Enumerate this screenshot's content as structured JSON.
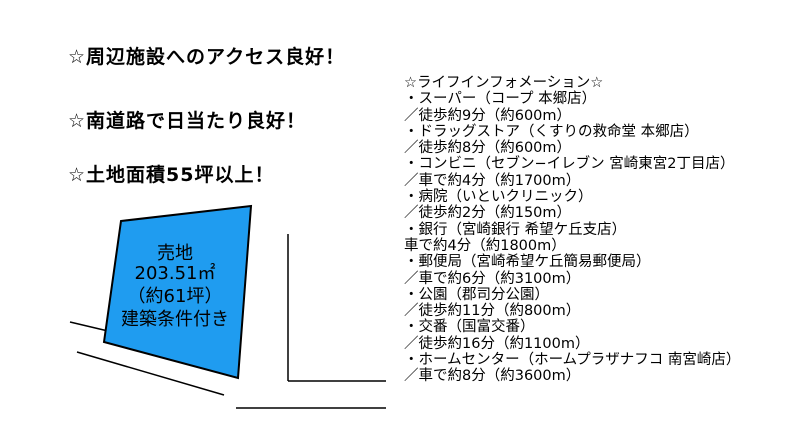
{
  "headlines": [
    "☆周辺施設へのアクセス良好！",
    "☆南道路で日当たり良好！",
    "☆土地面積55坪以上！"
  ],
  "lot": {
    "line1": "売地",
    "line2": "203.51㎡",
    "line3": "（約61坪）",
    "line4": "建築条件付き",
    "fill_color": "#1f9cf0"
  },
  "lifeinfo": {
    "title": "☆ライフインフォメーション☆",
    "items": [
      {
        "name": "・スーパー（コープ 本郷店）",
        "detail": "／徒歩約9分（約600m）"
      },
      {
        "name": "・ドラッグストア（くすりの救命堂 本郷店）",
        "detail": "／徒歩約8分（約600m）"
      },
      {
        "name": "・コンビニ（セブン−イレブン 宮崎東宮2丁目店）",
        "detail": "／車で約4分（約1700m）"
      },
      {
        "name": "・病院（いといクリニック）",
        "detail": "／徒歩約2分（約150m）"
      },
      {
        "name": "・銀行（宮崎銀行 希望ケ丘支店）",
        "detail": "車で約4分（約1800m）"
      },
      {
        "name": "・郵便局（宮崎希望ケ丘簡易郵便局）",
        "detail": "／車で約6分（約3100m）"
      },
      {
        "name": "・公園（郡司分公園）",
        "detail": "／徒歩約11分（約800m）"
      },
      {
        "name": "・交番（国富交番）",
        "detail": "／徒歩約16分（約1100m）"
      },
      {
        "name": "・ホームセンター（ホームプラザナフコ 南宮崎店）",
        "detail": "／車で約8分（約3600m）"
      }
    ]
  }
}
